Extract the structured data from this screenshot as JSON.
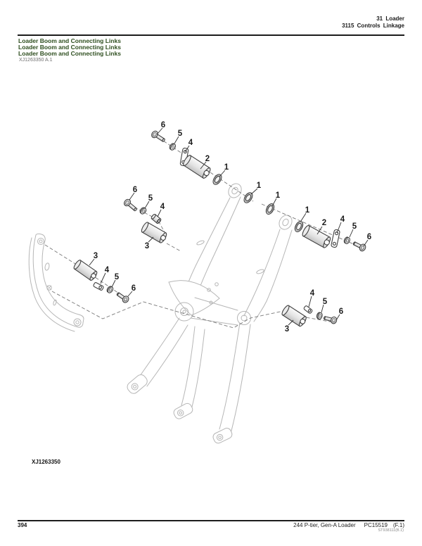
{
  "header": {
    "line1": "31 Loader",
    "line2": "3115 Controls Linkage"
  },
  "title_lines": [
    "Loader Boom and Connecting Links",
    "Loader Boom and Connecting Links",
    "Loader Boom and Connecting Links"
  ],
  "figure_code_top": "XJ1263350 A.1",
  "figure_code_bottom": "XJ1263350",
  "footer": {
    "page_number": "394",
    "model": "244 P-tier, Gen-A Loader",
    "catalog_number": "PC15519",
    "revision": "(F.1)",
    "form_code": "ST938111(B.1)"
  },
  "callouts": {
    "n1": "1",
    "n2": "2",
    "n3": "3",
    "n4": "4",
    "n5": "5",
    "n6": "6"
  },
  "colors": {
    "title_green": "#2e4e1f",
    "rule_black": "#1c1c1c",
    "part_outline": "#3f3f3f",
    "boom_gray": "#b6b6b6",
    "code_gray": "#6e6e6e"
  }
}
